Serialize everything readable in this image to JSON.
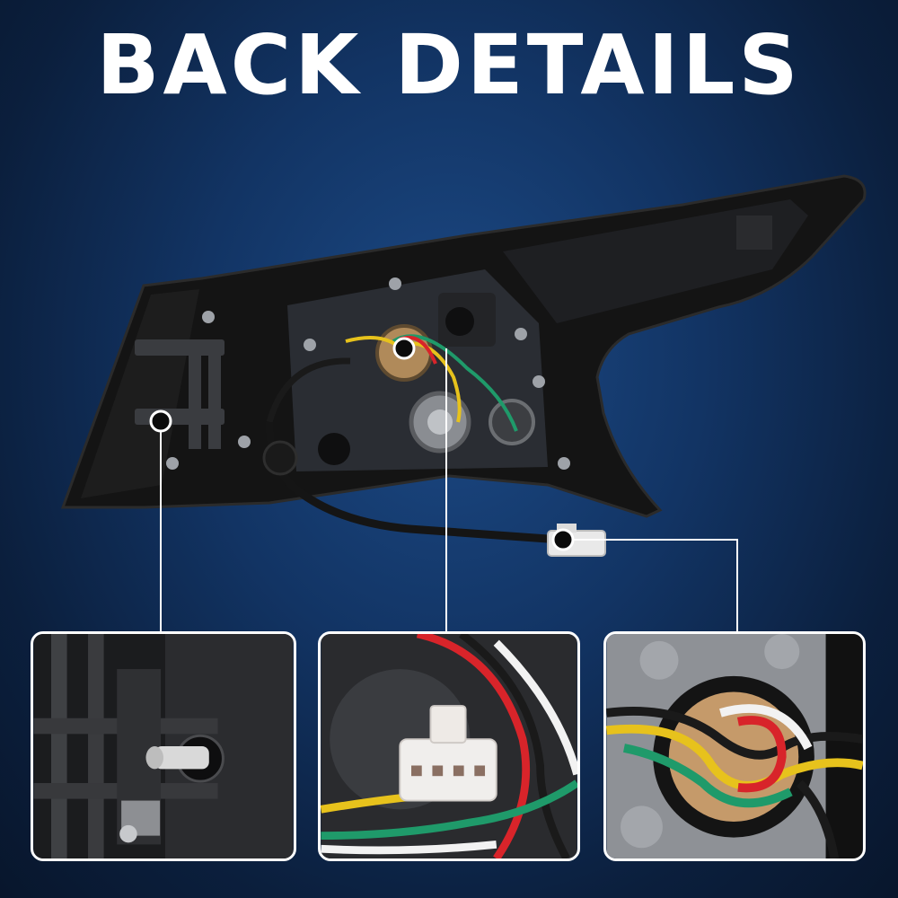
{
  "header": {
    "title": "BACK DETAILS"
  },
  "product": {
    "name_icon": "tail-light-housing-back",
    "accent_colors": {
      "background": "#123464",
      "callout": "#ffffff",
      "wire_red": "#d8242a",
      "wire_yellow": "#e7c21c",
      "wire_green": "#1f9a6a",
      "wire_white": "#f2f2f2"
    }
  },
  "callouts": [
    {
      "name": "mounting-stud",
      "icon": "mounting-stud-icon"
    },
    {
      "name": "bulb-socket-connector",
      "icon": "connector-plug-icon"
    },
    {
      "name": "wire-harness-plug",
      "icon": "wire-harness-icon"
    }
  ]
}
